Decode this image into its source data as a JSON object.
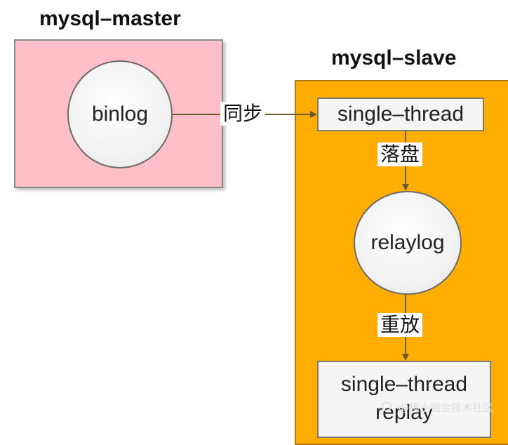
{
  "master": {
    "title": "mysql–master",
    "binlog_label": "binlog"
  },
  "slave": {
    "title": "mysql–slave",
    "io_thread_label": "single–thread",
    "relaylog_label": "relaylog",
    "sql_thread_line1": "single–thread",
    "sql_thread_line2": "replay"
  },
  "edges": {
    "sync_label": "同步",
    "flush_label": "落盘",
    "replay_label": "重放"
  },
  "watermark": {
    "text": "@稀土掘金技术社区"
  },
  "colors": {
    "master_fill": "#ffbfc9",
    "slave_fill": "#ffad00",
    "arrow": "#6b5a2a"
  }
}
